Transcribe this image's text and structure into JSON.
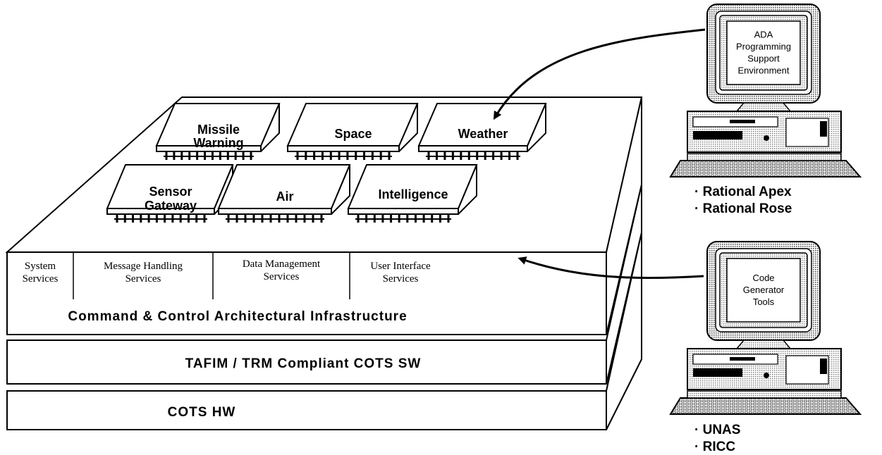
{
  "stack": {
    "infrastructure_title": "Command & Control Architectural Infrastructure",
    "cots_sw": "TAFIM / TRM Compliant COTS SW",
    "cots_hw": "COTS HW",
    "services": [
      [
        "System",
        "Services"
      ],
      [
        "Message Handling",
        "Services"
      ],
      [
        "Data Management",
        "Services"
      ],
      [
        "User Interface",
        "Services"
      ]
    ]
  },
  "chips": {
    "missile_warning": [
      "Missile",
      "Warning"
    ],
    "space": [
      "Space"
    ],
    "weather": [
      "Weather"
    ],
    "sensor_gateway": [
      "Sensor",
      "Gateway"
    ],
    "air": [
      "Air"
    ],
    "intelligence": [
      "Intelligence"
    ]
  },
  "workstations": {
    "top": {
      "screen_lines": [
        "ADA",
        "Programming",
        "Support",
        "Environment"
      ],
      "tools": [
        "Rational Apex",
        "Rational Rose"
      ]
    },
    "bottom": {
      "screen_lines": [
        "Code",
        "Generator",
        "Tools"
      ],
      "tools": [
        "UNAS",
        "RICC"
      ]
    }
  },
  "colors": {
    "ink": "#000000",
    "paper": "#ffffff",
    "screen_halftone": "#bdbdbd"
  }
}
